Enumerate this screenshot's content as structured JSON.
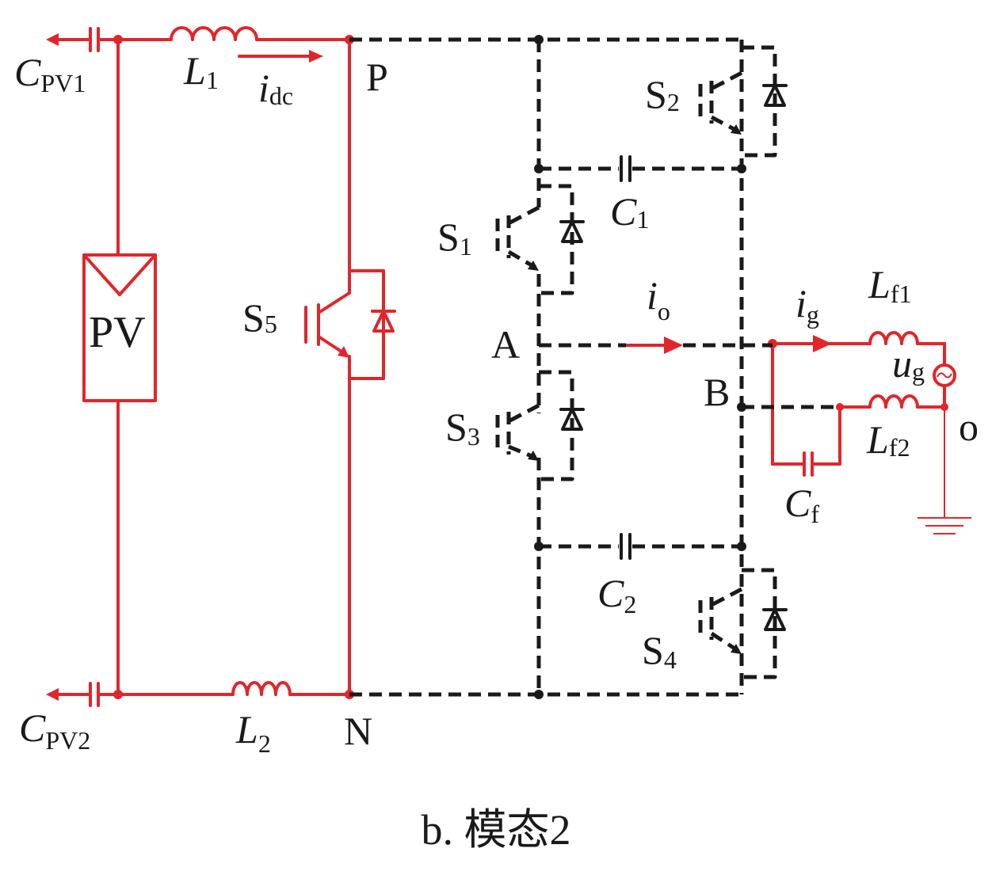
{
  "figure": {
    "caption": "b. 模态2",
    "colors": {
      "active": "#e0262b",
      "inactive": "#1a1a1a"
    },
    "labels": {
      "cpv1_main": "C",
      "cpv1_sub": "PV1",
      "cpv2_main": "C",
      "cpv2_sub": "PV2",
      "l1_main": "L",
      "l1_sub": "1",
      "l2_main": "L",
      "l2_sub": "2",
      "idc_main": "i",
      "idc_sub": "dc",
      "p": "P",
      "n": "N",
      "pv": "PV",
      "s5_main": "S",
      "s5_sub": "5",
      "s1_main": "S",
      "s1_sub": "1",
      "s2_main": "S",
      "s2_sub": "2",
      "s3_main": "S",
      "s3_sub": "3",
      "s4_main": "S",
      "s4_sub": "4",
      "c1_main": "C",
      "c1_sub": "1",
      "c2_main": "C",
      "c2_sub": "2",
      "cf_main": "C",
      "cf_sub": "f",
      "io_main": "i",
      "io_sub": "o",
      "ig_main": "i",
      "ig_sub": "g",
      "lf1_main": "L",
      "lf1_sub": "f1",
      "lf2_main": "L",
      "lf2_sub": "f2",
      "ug_main": "u",
      "ug_sub": "g",
      "a": "A",
      "b": "B",
      "o": "o"
    }
  }
}
